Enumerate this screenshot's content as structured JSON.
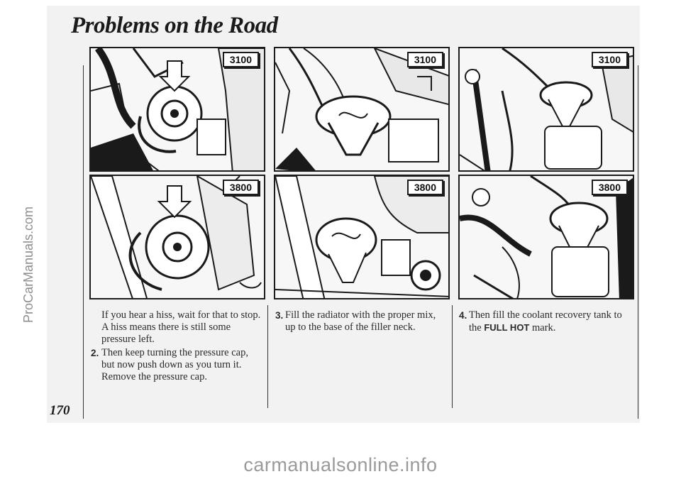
{
  "page": {
    "title": "Problems on the Road",
    "page_number": "170"
  },
  "panels": [
    {
      "badge": "3100",
      "illustration": "pressure-cap-3100"
    },
    {
      "badge": "3100",
      "illustration": "funnel-radiator-3100"
    },
    {
      "badge": "3100",
      "illustration": "funnel-recovery-tank-3100"
    },
    {
      "badge": "3800",
      "illustration": "pressure-cap-3800"
    },
    {
      "badge": "3800",
      "illustration": "funnel-radiator-3800"
    },
    {
      "badge": "3800",
      "illustration": "funnel-recovery-tank-3800"
    }
  ],
  "columns": {
    "col1": {
      "intro": "If you hear a hiss, wait for that to stop. A hiss means there is still some pressure left.",
      "step_num": "2.",
      "step_text": "Then keep turning the pressure cap, but now push down as you turn it. Remove the pressure cap."
    },
    "col2": {
      "step_num": "3.",
      "step_text": "Fill the radiator with the proper mix, up to the base of the filler neck."
    },
    "col3": {
      "step_num": "4.",
      "step_text_before": "Then fill the coolant recovery tank to the",
      "step_strong": "FULL HOT",
      "step_text_after": "mark."
    }
  },
  "watermarks": {
    "side": "ProCarManuals.com",
    "bottom": "carmanualsonline.info"
  }
}
